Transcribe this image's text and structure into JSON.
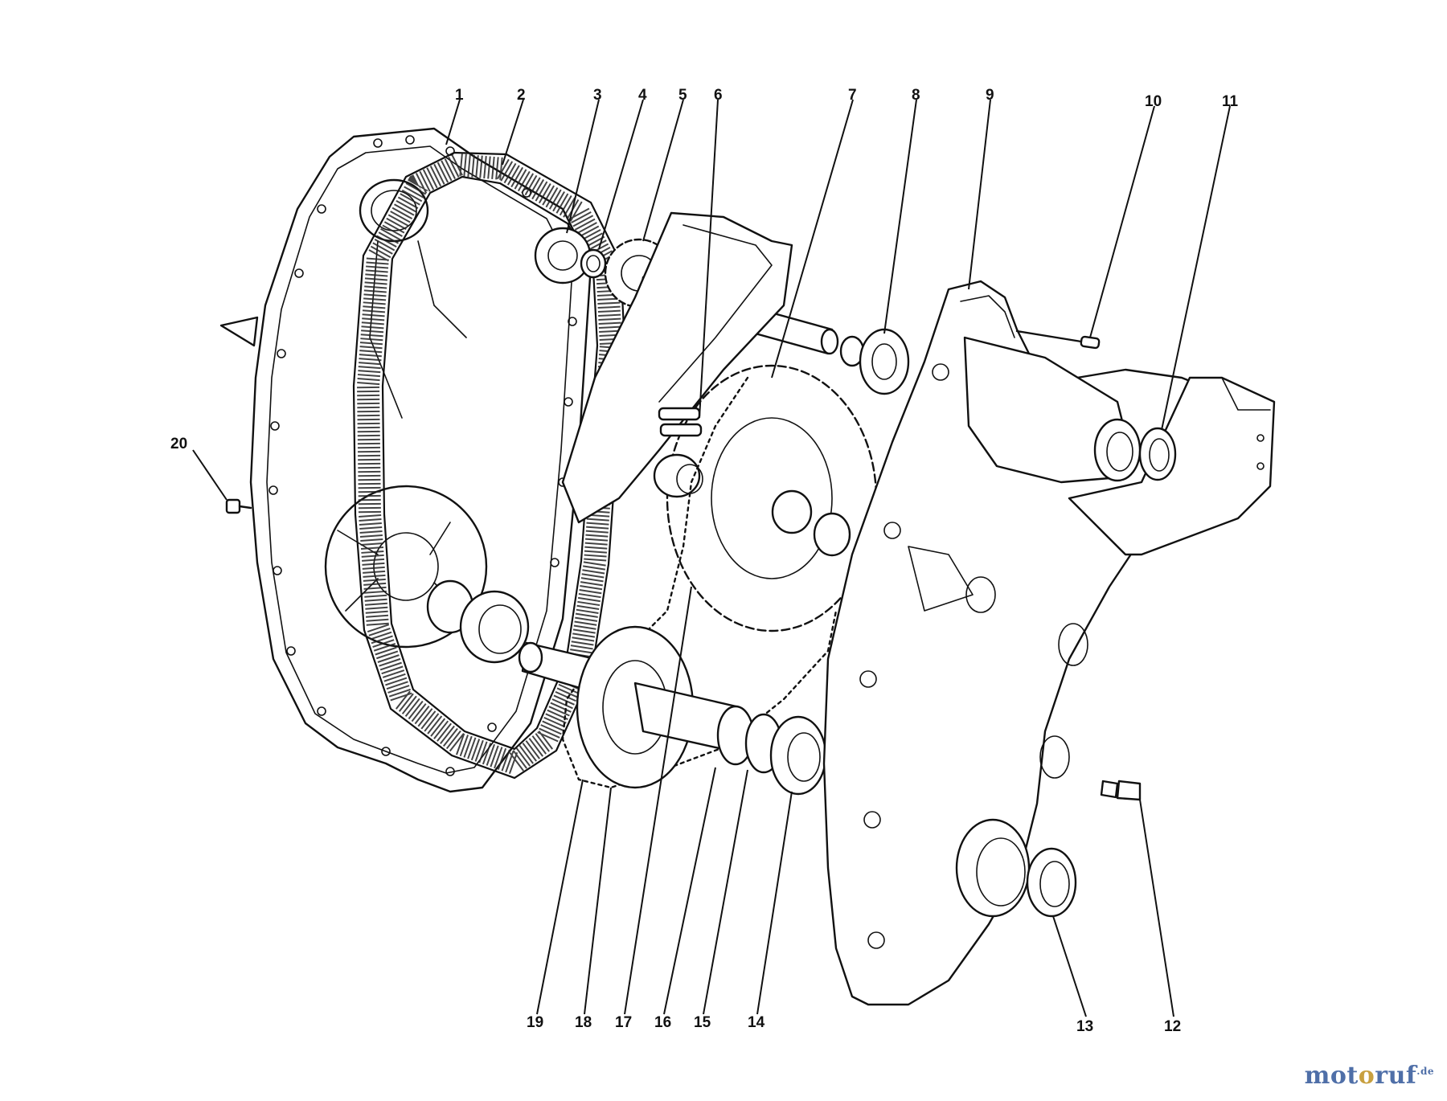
{
  "diagram": {
    "callouts": [
      {
        "id": "1",
        "label": "1"
      },
      {
        "id": "2",
        "label": "2"
      },
      {
        "id": "3",
        "label": "3"
      },
      {
        "id": "4",
        "label": "4"
      },
      {
        "id": "5",
        "label": "5"
      },
      {
        "id": "6",
        "label": "6"
      },
      {
        "id": "7",
        "label": "7"
      },
      {
        "id": "8",
        "label": "8"
      },
      {
        "id": "9",
        "label": "9"
      },
      {
        "id": "10",
        "label": "10"
      },
      {
        "id": "11",
        "label": "11"
      },
      {
        "id": "12",
        "label": "12"
      },
      {
        "id": "13",
        "label": "13"
      },
      {
        "id": "14",
        "label": "14"
      },
      {
        "id": "15",
        "label": "15"
      },
      {
        "id": "16",
        "label": "16"
      },
      {
        "id": "17",
        "label": "17"
      },
      {
        "id": "18",
        "label": "18"
      },
      {
        "id": "19",
        "label": "19"
      },
      {
        "id": "20",
        "label": "20"
      }
    ]
  },
  "watermark": {
    "part1": "mot",
    "part2": "o",
    "part3": "ruf",
    "tld": ".de"
  },
  "colors": {
    "line": "#111111",
    "watermark_blue": "#4f6fa8",
    "watermark_gold": "#c8a040"
  }
}
